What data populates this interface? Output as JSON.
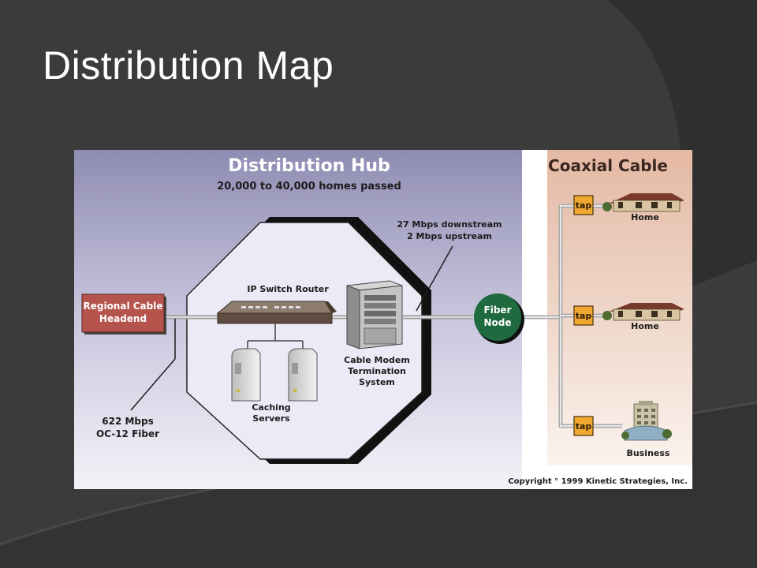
{
  "slide": {
    "title": "Distribution Map"
  },
  "diagram": {
    "hub_title": "Distribution Hub",
    "hub_subtitle": "20,000 to 40,000 homes passed",
    "coax_title": "Coaxial Cable",
    "headend_line1": "Regional Cable",
    "headend_line2": "Headend",
    "fiber_speed_line1": "622 Mbps",
    "fiber_speed_line2": "OC-12 Fiber",
    "router_label": "IP Switch Router",
    "caching_line1": "Caching",
    "caching_line2": "Servers",
    "cmts_line1": "Cable Modem",
    "cmts_line2": "Termination",
    "cmts_line3": "System",
    "downstream": "27 Mbps downstream",
    "upstream": "2 Mbps upstream",
    "fiber_node_line1": "Fiber",
    "fiber_node_line2": "Node",
    "tap_1": "tap",
    "tap_2": "tap",
    "tap_3": "tap",
    "home_1": "Home",
    "home_2": "Home",
    "business": "Business",
    "copyright": "Copyright ° 1999 Kinetic Strategies, Inc."
  },
  "colors": {
    "slide_background": "#3b3b3b",
    "hub_panel_top": "#8f8cb3",
    "hub_panel_bottom": "#f2f1f8",
    "coax_panel": "#e9c7b6",
    "headend_fill": "#b5544c",
    "fiber_node_fill": "#1f6a3f",
    "tap_fill": "#f0a830"
  }
}
